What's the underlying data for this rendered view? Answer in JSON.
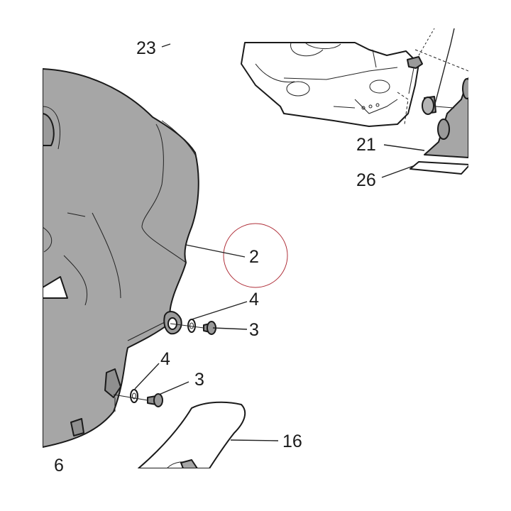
{
  "diagram": {
    "background": "#ffffff",
    "part_fill": "#a6a6a6",
    "part_fill_dark": "#8f8f8f",
    "highlight_color": "#b0303a",
    "line_color": "#1a1a1a",
    "callouts": [
      {
        "id": "c23",
        "label": "23"
      },
      {
        "id": "c21",
        "label": "21"
      },
      {
        "id": "c26",
        "label": "26"
      },
      {
        "id": "c2",
        "label": "2"
      },
      {
        "id": "c4a",
        "label": "4"
      },
      {
        "id": "c3a",
        "label": "3"
      },
      {
        "id": "c4b",
        "label": "4"
      },
      {
        "id": "c3b",
        "label": "3"
      },
      {
        "id": "c16",
        "label": "16"
      },
      {
        "id": "c6",
        "label": "6"
      }
    ]
  }
}
